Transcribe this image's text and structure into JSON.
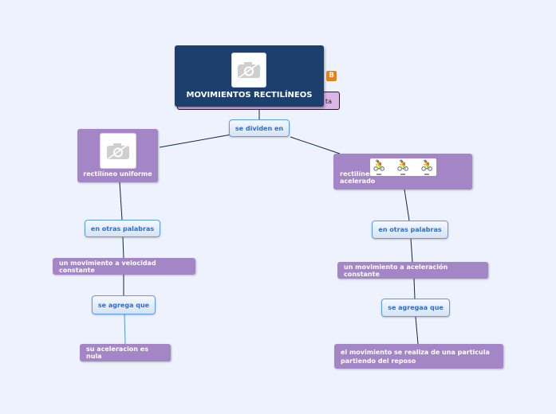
{
  "nodes": {
    "main": {
      "title": "MOVIMIENTOS RECTILÍNEOS",
      "icon": "photo-icon"
    },
    "hidden_partial": "ta",
    "se_dividen_en": "se dividen en",
    "uniforme": {
      "title": "rectilíneo uniforme",
      "icon": "photo-icon"
    },
    "acelerado": {
      "title": "rectilíneo uniformemente acelerado",
      "icon": "bicycle-race-image"
    },
    "left_link_1": "en otras palabras",
    "left_desc_1": "un movimiento a velocidad constante",
    "left_link_2": "se agrega que",
    "left_desc_2": "su aceleracion es nula",
    "right_link_1": "en otras palabras",
    "right_desc_1": "un movimiento a aceleración constante",
    "right_link_2": "se agregaa que",
    "right_desc_2": "el movimiento se realiza de una particula partiendo del reposo"
  },
  "colors": {
    "background": "#eef2fc",
    "main_node": "#1d3f6e",
    "topic_node": "#a486c6",
    "link_node_border": "#5b9ee8",
    "link_node_text": "#2a6fd0",
    "connector": "#0f2846",
    "blogger_badge": "#f57d00"
  }
}
